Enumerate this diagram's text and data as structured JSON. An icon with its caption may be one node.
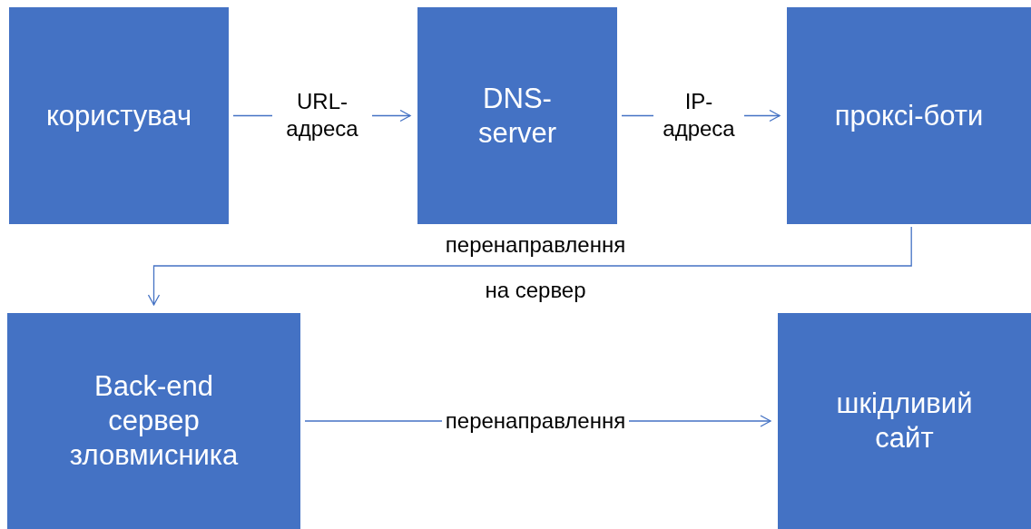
{
  "diagram": {
    "nodes": [
      {
        "text": [
          "користувач"
        ]
      },
      {
        "text": [
          "DNS-server"
        ]
      },
      {
        "text": [
          "проксі-боти"
        ]
      },
      {
        "text": [
          "Back-end сервер зловмисника"
        ]
      },
      {
        "text": [
          "шкідливий сайт"
        ]
      }
    ],
    "edges": [
      {
        "from": 0,
        "to": 1,
        "arrow": "to",
        "label": "URL-адреса"
      },
      {
        "from": 1,
        "to": 2,
        "arrow": "to",
        "label": "IP-адреса"
      },
      {
        "from": 2,
        "to": 3,
        "arrow": "to",
        "label": "перенаправлення на сервер"
      },
      {
        "from": 3,
        "to": 4,
        "arrow": "to",
        "label": "перенаправлення"
      }
    ]
  }
}
